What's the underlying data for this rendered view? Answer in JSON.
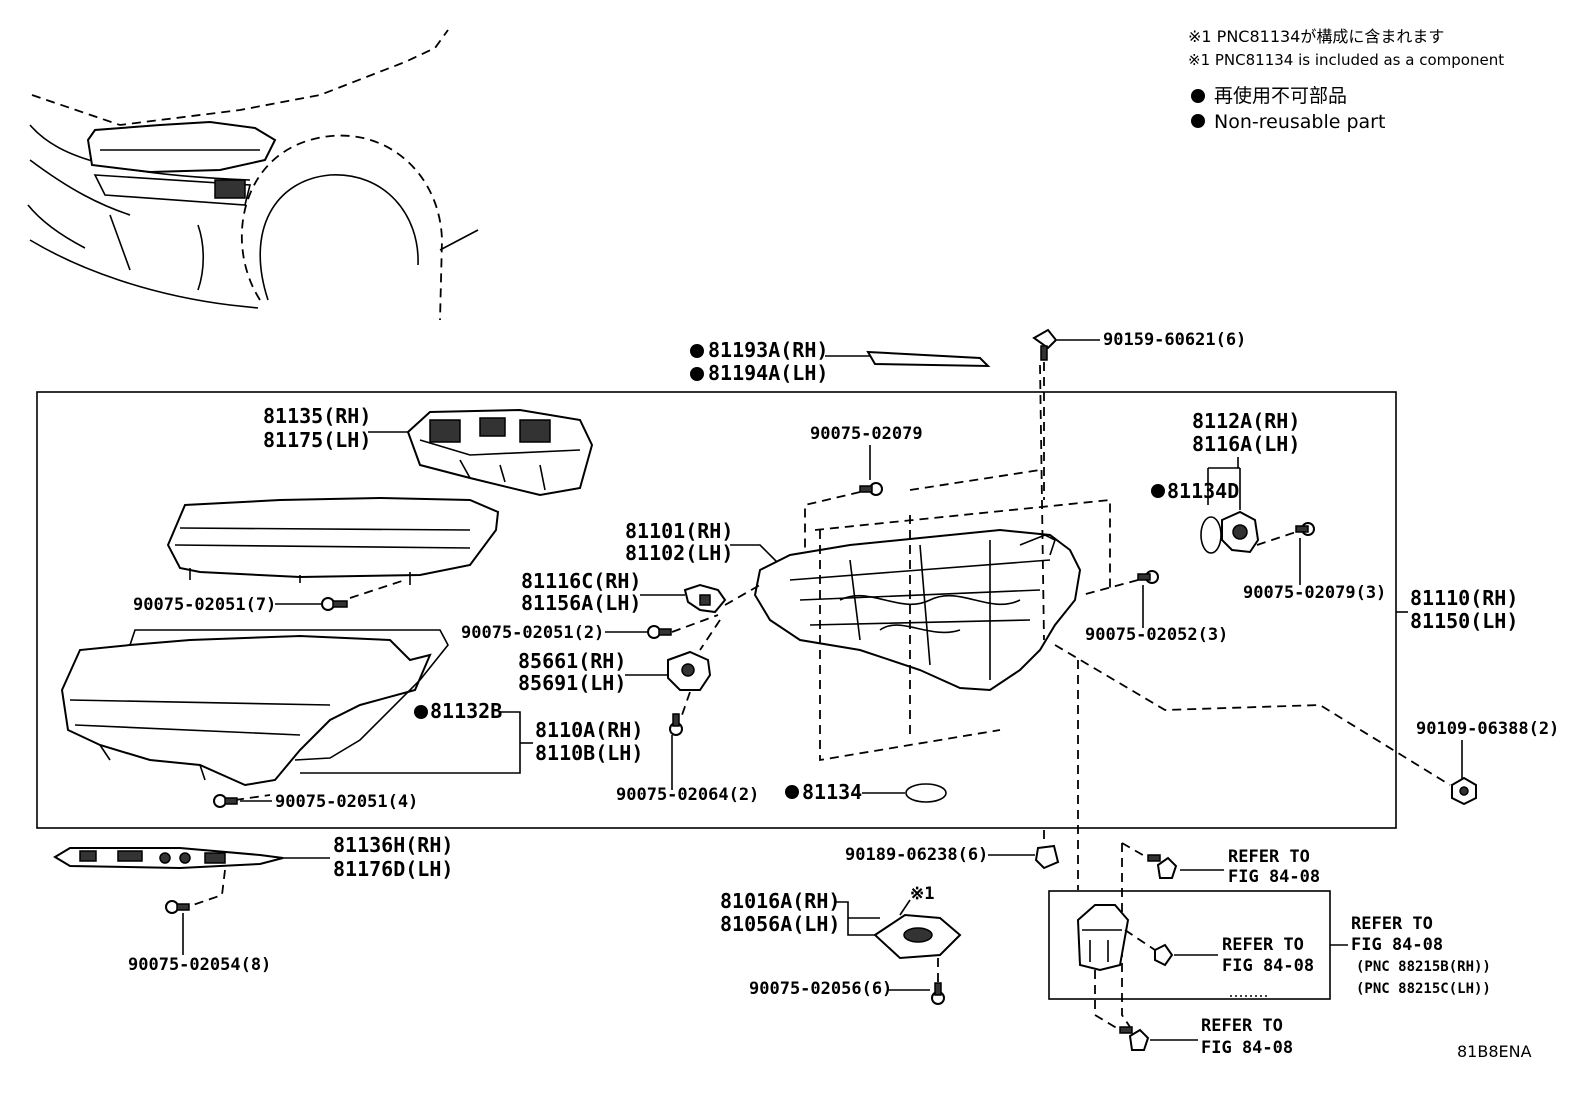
{
  "notes": {
    "note_jp": "※1 PNC81134が構成に含まれます",
    "note_en": "※1 PNC81134 is included as a component",
    "legend_jp": "再使用不可部品",
    "legend_en": "Non-reusable part"
  },
  "labels": {
    "p81193a": "81193A(RH)",
    "p81194a": "81194A(LH)",
    "p90159": "90159-60621(6)",
    "p81135": "81135(RH)",
    "p81175": "81175(LH)",
    "p90075_02079": "90075-02079",
    "p8112a": "8112A(RH)",
    "p8116a": "8116A(LH)",
    "p81134d": "81134D",
    "p81101": "81101(RH)",
    "p81102": "81102(LH)",
    "p81116c": "81116C(RH)",
    "p81156a": "81156A(LH)",
    "p90075_02051_7": "90075-02051(7)",
    "p90075_02051_2": "90075-02051(2)",
    "p90075_02052_3": "90075-02052(3)",
    "p90075_02079_3": "90075-02079(3)",
    "p81110": "81110(RH)",
    "p81150": "81150(LH)",
    "p85661": "85661(RH)",
    "p85691": "85691(LH)",
    "p81132b": "81132B",
    "p8110a": "8110A(RH)",
    "p8110b": "8110B(LH)",
    "p90109": "90109-06388(2)",
    "p90075_02051_4": "90075-02051(4)",
    "p90075_02064": "90075-02064(2)",
    "p81134": "81134",
    "p81136h": "81136H(RH)",
    "p81176d": "81176D(LH)",
    "p90189": "90189-06238(6)",
    "refer1_a": "REFER TO",
    "refer1_b": "FIG 84-08",
    "p81016a": "81016A(RH)",
    "p81056a": "81056A(LH)",
    "note_mark": "※1",
    "refer2_a": "REFER TO",
    "refer2_b": "FIG 84-08",
    "refer3_a": "REFER TO",
    "refer3_b": "FIG 84-08",
    "pnc_rh": "(PNC 88215B(RH))",
    "pnc_lh": "(PNC 88215C(LH))",
    "p90075_02054": "90075-02054(8)",
    "p90075_02056": "90075-02056(6)",
    "refer4_a": "REFER TO",
    "refer4_b": "FIG 84-08",
    "figure_code": "81B8ENA"
  }
}
